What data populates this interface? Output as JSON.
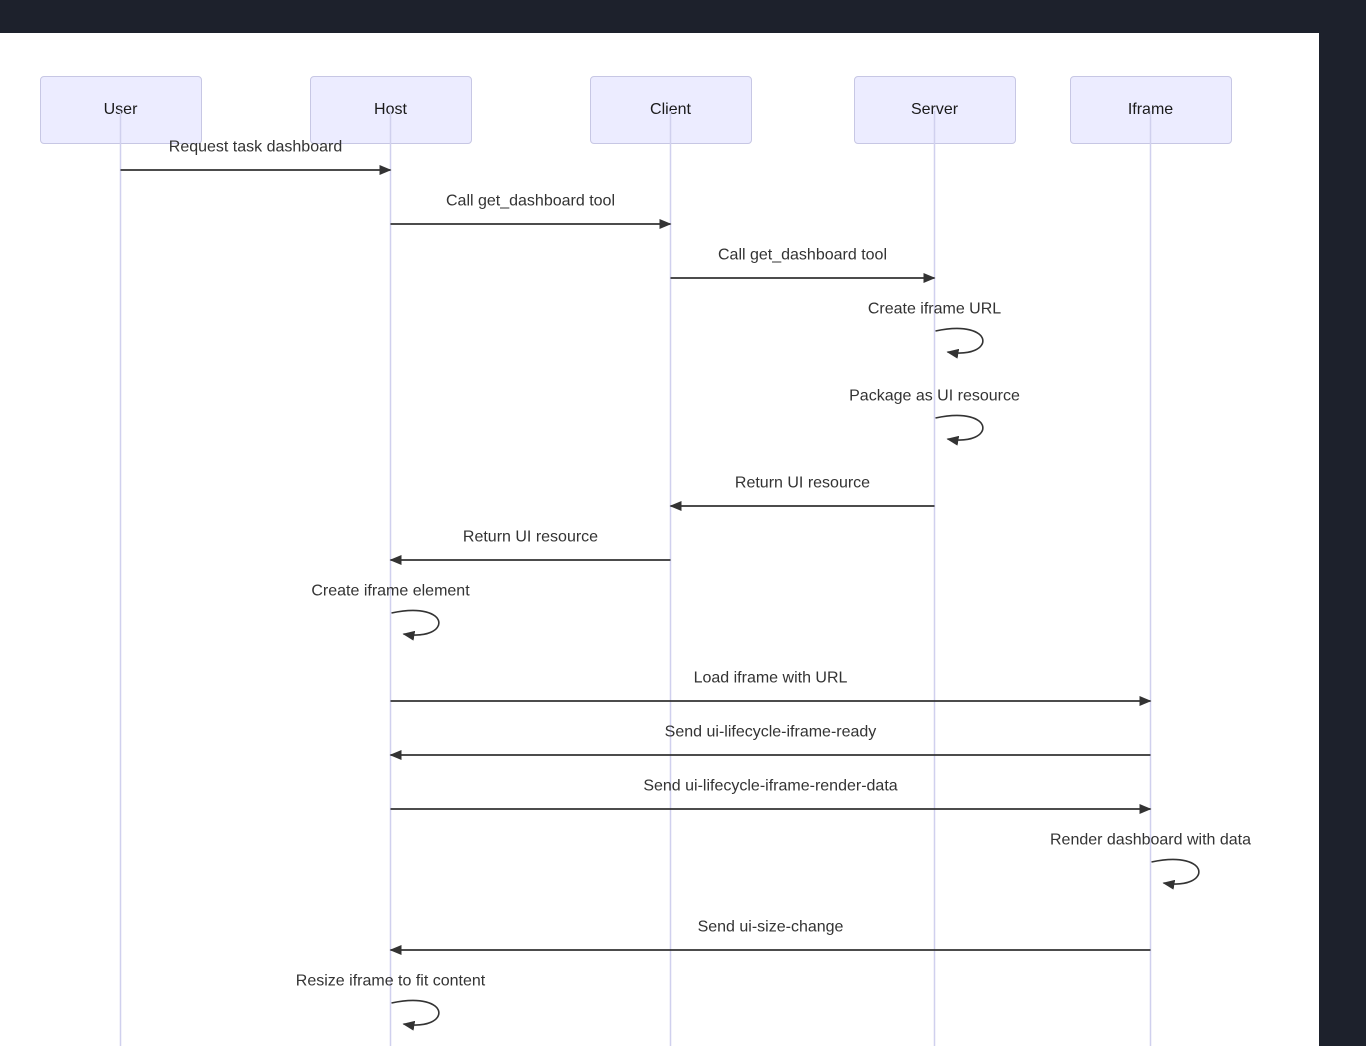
{
  "page": {
    "background_color": "#1d212c",
    "canvas_color": "#ffffff"
  },
  "diagram": {
    "type": "sequence",
    "title": "",
    "participants": [
      {
        "label": "User"
      },
      {
        "label": "Host"
      },
      {
        "label": "Client"
      },
      {
        "label": "Server"
      },
      {
        "label": "Iframe"
      }
    ],
    "messages": [
      {
        "from": "User",
        "to": "Host",
        "kind": "arrow",
        "label": "Request task dashboard"
      },
      {
        "from": "Host",
        "to": "Client",
        "kind": "arrow",
        "label": "Call get_dashboard tool"
      },
      {
        "from": "Client",
        "to": "Server",
        "kind": "arrow",
        "label": "Call get_dashboard tool"
      },
      {
        "from": "Server",
        "to": "Server",
        "kind": "self",
        "label": "Create iframe URL"
      },
      {
        "from": "Server",
        "to": "Server",
        "kind": "self",
        "label": "Package as UI resource"
      },
      {
        "from": "Server",
        "to": "Client",
        "kind": "arrow",
        "label": "Return UI resource"
      },
      {
        "from": "Client",
        "to": "Host",
        "kind": "arrow",
        "label": "Return UI resource"
      },
      {
        "from": "Host",
        "to": "Host",
        "kind": "self",
        "label": "Create iframe element"
      },
      {
        "from": "Host",
        "to": "Iframe",
        "kind": "arrow",
        "label": "Load iframe with URL"
      },
      {
        "from": "Iframe",
        "to": "Host",
        "kind": "arrow",
        "label": "Send ui-lifecycle-iframe-ready"
      },
      {
        "from": "Host",
        "to": "Iframe",
        "kind": "arrow",
        "label": "Send ui-lifecycle-iframe-render-data"
      },
      {
        "from": "Iframe",
        "to": "Iframe",
        "kind": "self",
        "label": "Render dashboard with data"
      },
      {
        "from": "Iframe",
        "to": "Host",
        "kind": "arrow",
        "label": "Send ui-size-change"
      },
      {
        "from": "Host",
        "to": "Host",
        "kind": "self",
        "label": "Resize iframe to fit content"
      }
    ],
    "colors": {
      "actor_fill": "#ececff",
      "actor_border": "#c7c7e4",
      "actor_text": "#1a1a1a",
      "lifeline": "#d0d0ee",
      "message_line": "#333333",
      "message_text": "#333333"
    }
  }
}
